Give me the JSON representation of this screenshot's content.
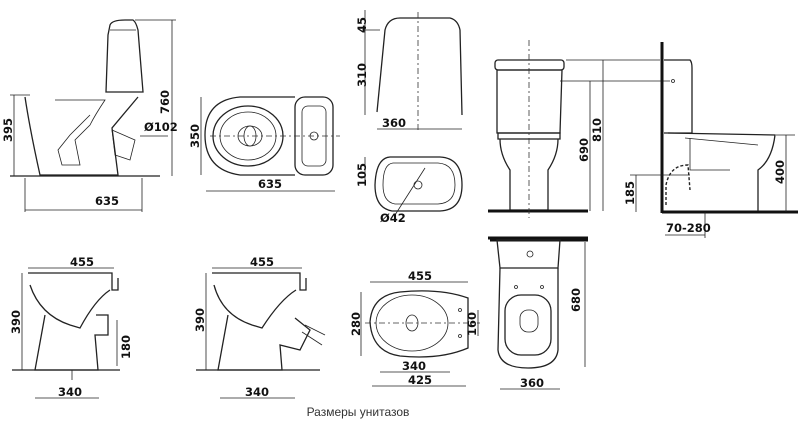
{
  "caption": "Размеры унитазов",
  "top": {
    "monoblock_side": {
      "height_total": "760",
      "bowl_height": "395",
      "outlet_diameter": "Ø102",
      "length": "635"
    },
    "monoblock_top": {
      "width": "350",
      "length": "635"
    },
    "tank": {
      "lid": "45",
      "height": "310",
      "width": "360",
      "depth": "105",
      "hole_diameter": "Ø42"
    },
    "compact_front": {
      "button_height": "690",
      "total_height": "810"
    },
    "compact_side": {
      "drain_height": "185",
      "wall_offset": "70-280",
      "seat_height": "400"
    }
  },
  "bottom": {
    "bowl_horizontal": {
      "length": "455",
      "height": "390",
      "outlet_height": "180",
      "base": "340"
    },
    "bowl_oblique": {
      "length": "455",
      "height": "390",
      "base": "340"
    },
    "bowl_top": {
      "length": "455",
      "width": "280",
      "bolt_spacing": "160",
      "inner": "340",
      "base": "425"
    },
    "compact_top": {
      "depth": "680",
      "width": "360"
    }
  }
}
